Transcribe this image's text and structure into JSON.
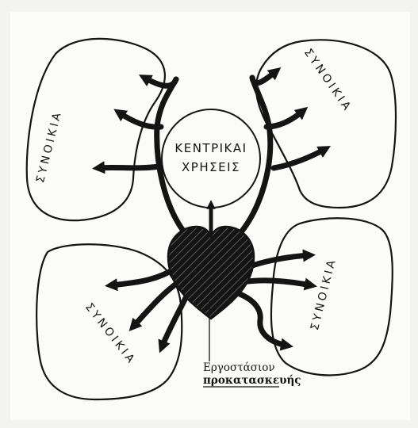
{
  "diagram": {
    "district_label": "ΣΥΝΟΙΚΙΑ",
    "center": {
      "line1": "ΚΕΝΤΡΙΚΑΙ",
      "line2": "ΧΡΗΣΕΙΣ"
    },
    "factory": {
      "line1": "Εργοστάσιον",
      "line2": "προκατασκευής"
    },
    "colors": {
      "ink": "#141414",
      "paper": "#fbfbfa",
      "background": "#f3f3f1"
    }
  }
}
